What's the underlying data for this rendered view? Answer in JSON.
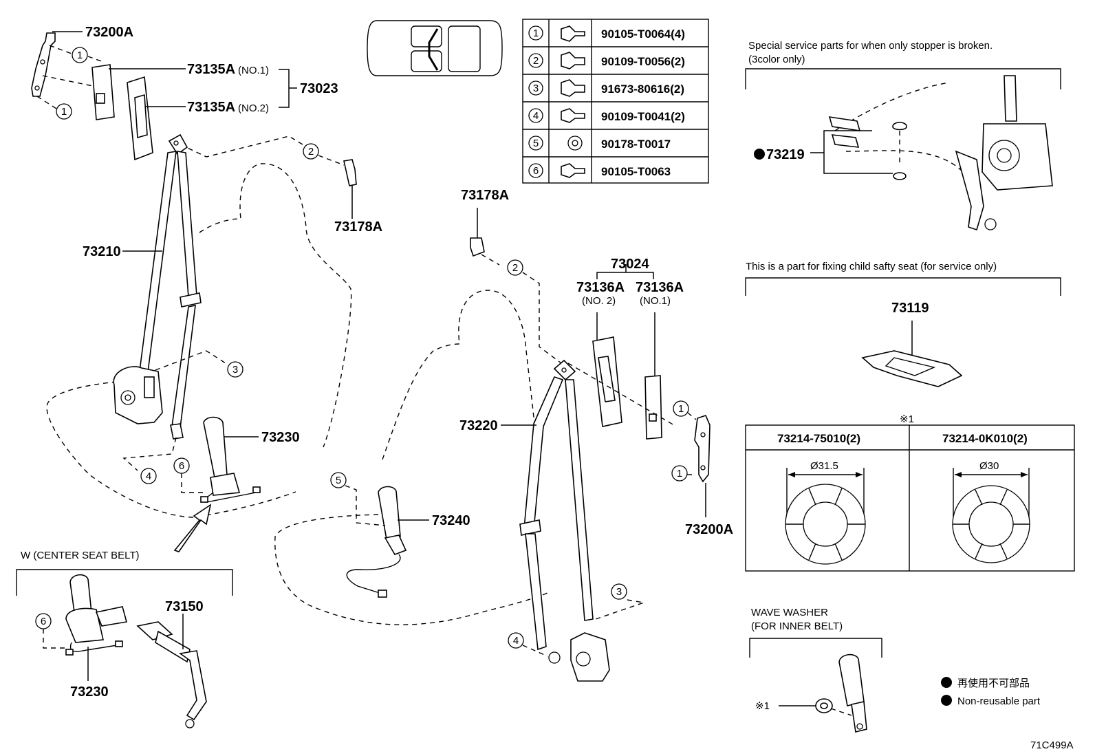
{
  "left_assembly": {
    "p73200A_top": "73200A",
    "p73135A_1": "73135A",
    "no1": "(NO.1)",
    "p73135A_2": "73135A",
    "no2": "(NO.2)",
    "p73023": "73023",
    "p73178A": "73178A",
    "p73210": "73210",
    "p73230": "73230"
  },
  "center_belt": {
    "title": "W (CENTER SEAT BELT)",
    "p73150": "73150",
    "p73230": "73230"
  },
  "right_assembly": {
    "p73178A": "73178A",
    "p73024": "73024",
    "p73136A_a": "73136A",
    "no2": "(NO. 2)",
    "p73136A_b": "73136A",
    "no1": "(NO.1)",
    "p73220": "73220",
    "p73240": "73240",
    "p73200A": "73200A"
  },
  "fasteners": [
    {
      "num": "1",
      "part": "90105-T0064(4)"
    },
    {
      "num": "2",
      "part": "90109-T0056(2)"
    },
    {
      "num": "3",
      "part": "91673-80616(2)"
    },
    {
      "num": "4",
      "part": "90109-T0041(2)"
    },
    {
      "num": "5",
      "part": "90178-T0017"
    },
    {
      "num": "6",
      "part": "90105-T0063"
    }
  ],
  "service_stopper": {
    "note_line1": "Special service parts for when only stopper is broken.",
    "note_line2": "(3color only)",
    "part": "73219"
  },
  "child_seat": {
    "note": "This is a part for fixing child safty seat (for service only)",
    "part": "73119"
  },
  "washers": {
    "mark": "※1",
    "col1": "73214-75010(2)",
    "col2": "73214-0K010(2)",
    "dia1": "Ø31.5",
    "dia2": "Ø30"
  },
  "wave_washer": {
    "line1": "WAVE WASHER",
    "line2": "(FOR INNER BELT)",
    "mark": "※1"
  },
  "legend": {
    "jp": "再使用不可部品",
    "en": "Non-reusable part"
  },
  "callout_numbers": {
    "n1": "1",
    "n2": "2",
    "n3": "3",
    "n4": "4",
    "n5": "5",
    "n6": "6"
  },
  "figure_id": "71C499A"
}
